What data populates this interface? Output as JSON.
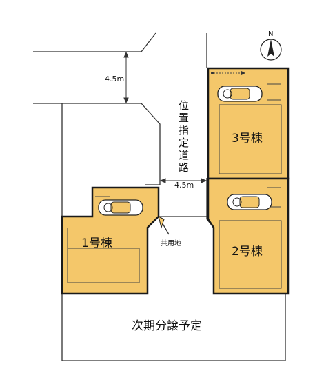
{
  "compass": {
    "label": "N",
    "icon": "north-arrow-icon"
  },
  "road": {
    "name": "位置指定道路",
    "width_top": "4.5m",
    "width_mid": "4.5m"
  },
  "lots": {
    "building1": "1号棟",
    "building2": "2号棟",
    "building3": "3号棟",
    "shared_land": "共用地",
    "future_sale": "次期分譲予定"
  },
  "colors": {
    "lot_fill": "#f4c76a",
    "lot_border": "#1a1a1a",
    "line": "#333333"
  }
}
